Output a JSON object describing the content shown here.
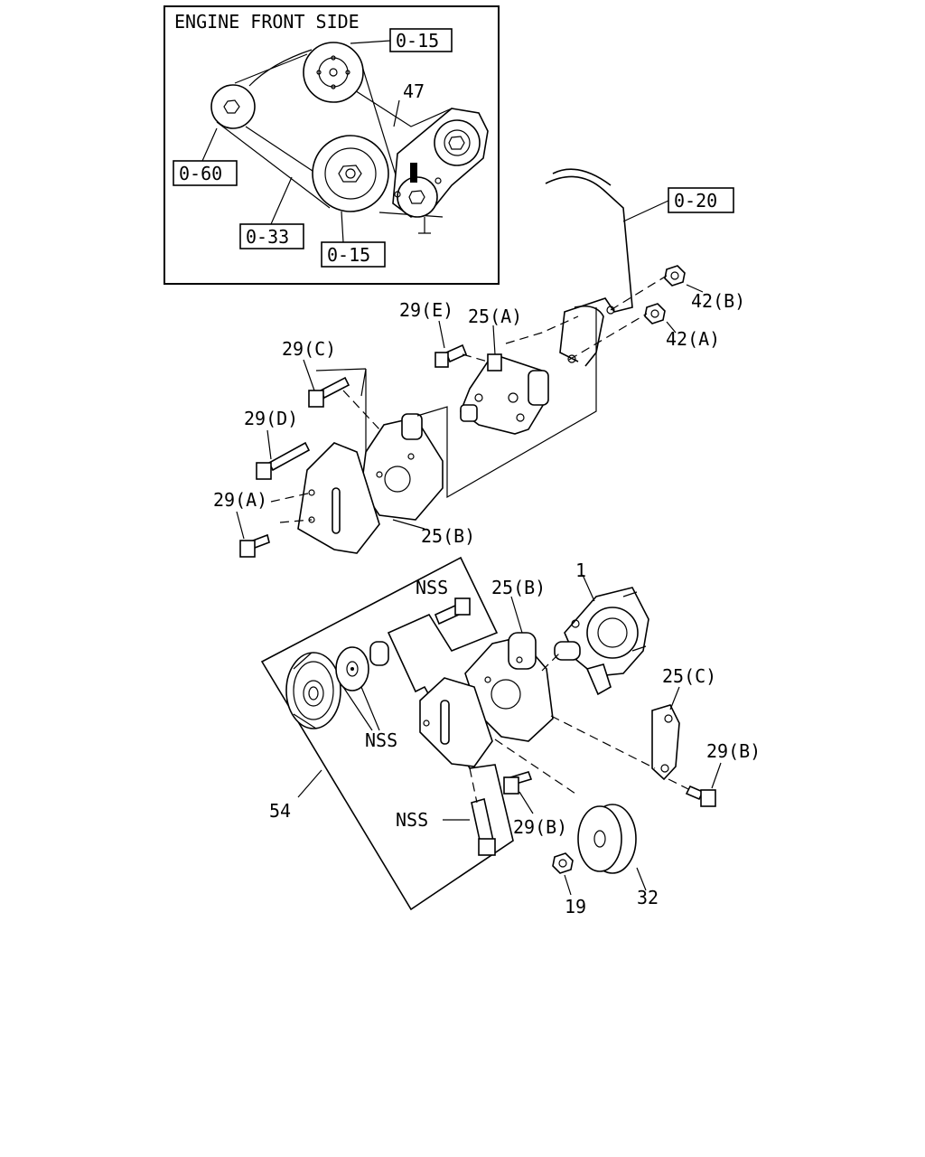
{
  "inset": {
    "title": "ENGINE FRONT SIDE",
    "refs": {
      "top_pulley": "0-15",
      "left_pulley": "0-60",
      "belt": "0-33",
      "crank_pulley": "0-15",
      "belt_number": "47"
    }
  },
  "callouts": {
    "bracket_ref": "0-20",
    "nut_42b": "42(B)",
    "nut_42a": "42(A)",
    "bolt_29e": "29(E)",
    "bracket_25a": "25(A)",
    "bolt_29c": "29(C)",
    "bolt_29d": "29(D)",
    "bolt_29a": "29(A)",
    "bracket_25b_upper": "25(B)",
    "nss_top": "NSS",
    "bracket_25b_lower": "25(B)",
    "pump_1": "1",
    "bracket_25c": "25(C)",
    "bolt_29b_right": "29(B)",
    "nss_mid": "NSS",
    "kit_54": "54",
    "nss_bolt": "NSS",
    "bolt_29b_lower": "29(B)",
    "nut_19": "19",
    "pulley_32": "32"
  }
}
